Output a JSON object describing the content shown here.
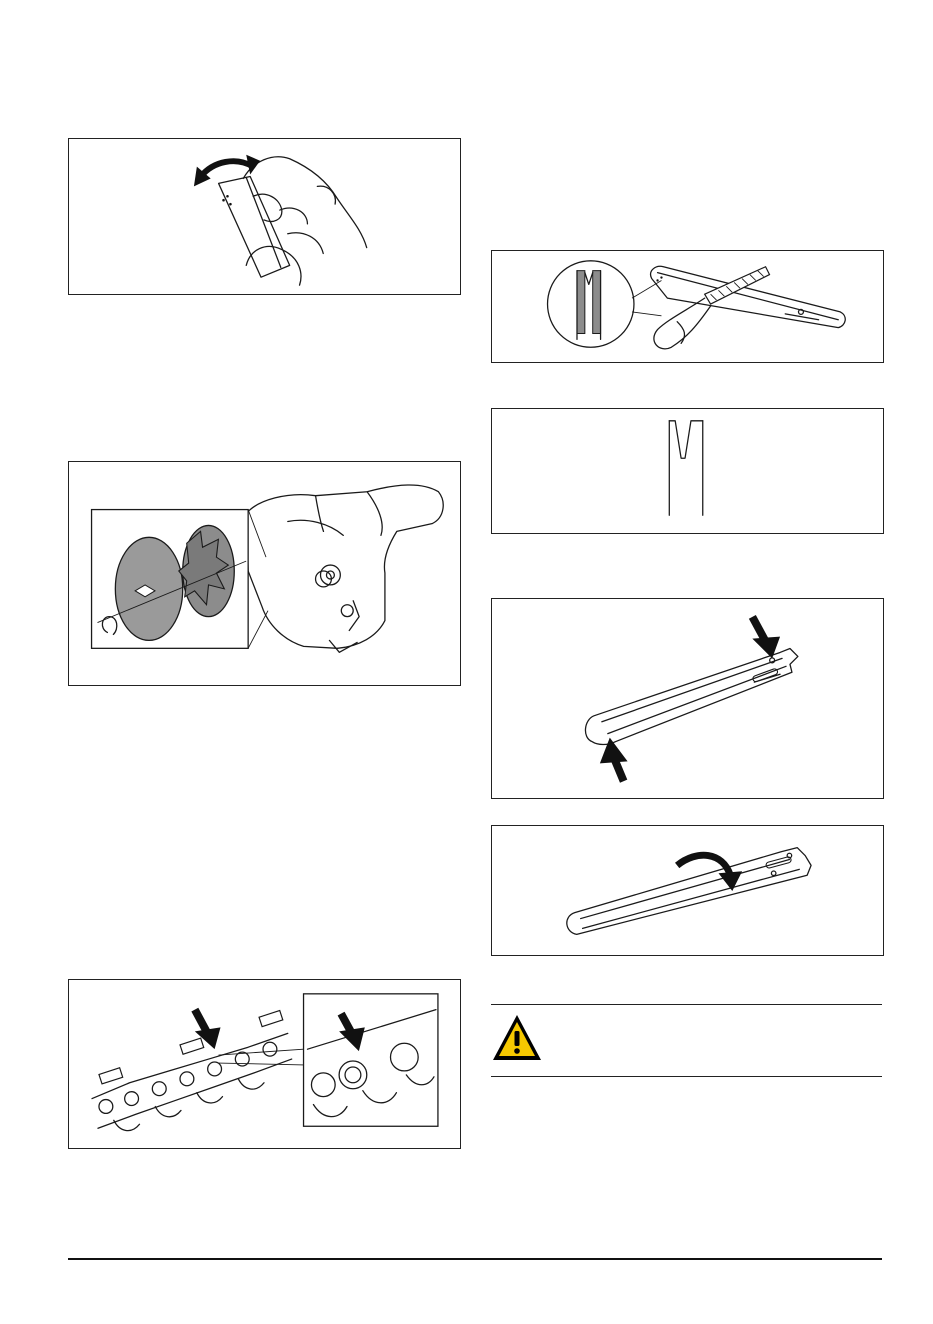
{
  "page": {
    "footer_text": ""
  },
  "figures": [
    {
      "id": "bar-rotation-hand",
      "icon": "hand-turning-bar-icon"
    },
    {
      "id": "rim-sprocket-assembly",
      "icon": "sprocket-exploded-view-icon"
    },
    {
      "id": "chain-drive-link-wear",
      "icon": "chain-links-arrows-icon"
    },
    {
      "id": "bar-groove-filing",
      "icon": "file-on-guide-bar-icon"
    },
    {
      "id": "bar-groove-profile",
      "icon": "groove-cross-section-icon"
    },
    {
      "id": "bar-lubrication-points",
      "icon": "guide-bar-arrows-icon"
    },
    {
      "id": "bar-turn-over",
      "icon": "guide-bar-curved-arrow-icon"
    }
  ],
  "warning": {
    "icon": "warning-triangle-icon",
    "text": "",
    "colors": {
      "fill": "#f5c800",
      "border": "#000000"
    }
  }
}
